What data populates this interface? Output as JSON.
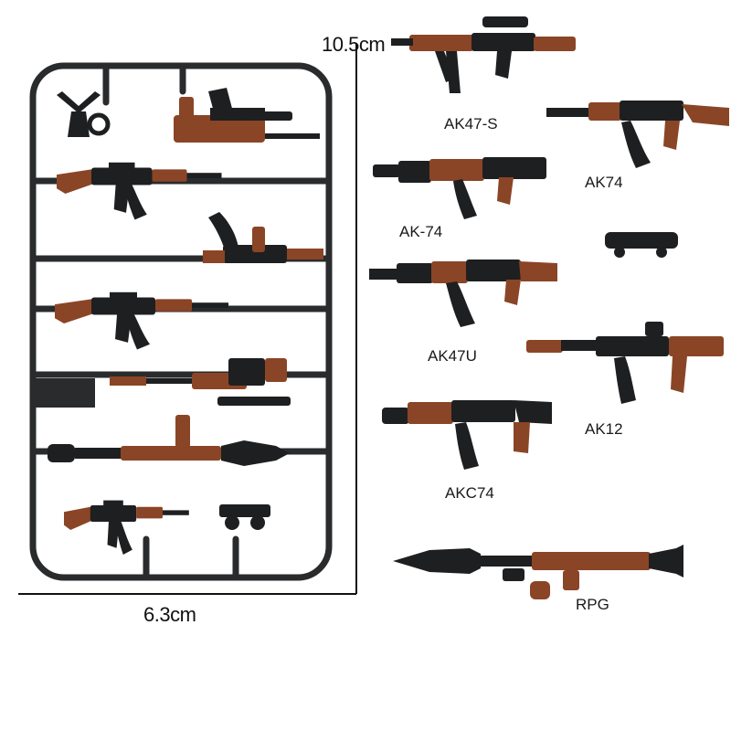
{
  "dimensions": {
    "height_label": "10.5cm",
    "width_label": "6.3cm"
  },
  "colors": {
    "plastic_black": "#1e1f21",
    "plastic_brown": "#8a4526",
    "sprue_frame": "#2a2b2d"
  },
  "weapons": [
    {
      "label": "AK47-S"
    },
    {
      "label": "AK74"
    },
    {
      "label": "AK-74"
    },
    {
      "label": "AK47U"
    },
    {
      "label": "AK12"
    },
    {
      "label": "AKC74"
    },
    {
      "label": "RPG"
    }
  ]
}
